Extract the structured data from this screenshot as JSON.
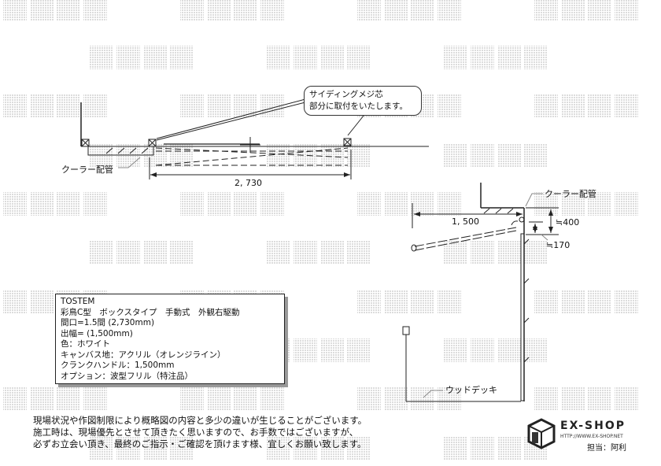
{
  "watermark": "転載禁止",
  "plan_view": {
    "callout_line1": "サイディングメジ芯",
    "callout_line2": "部分に取付をいたします。",
    "pipe_label": "クーラー配管",
    "width_dim": "2, 730"
  },
  "side_view": {
    "pipe_label": "クーラー配管",
    "projection_dim": "1, 500",
    "height_dim_1": "≒400",
    "height_dim_2": "≒170",
    "deck_label": "ウッドデッキ"
  },
  "spec": {
    "lines": [
      "TOSTEM",
      "彩鳥C型　ボックスタイプ　手動式　外観右駆動",
      "間口=1.5間 (2,730mm)",
      "出幅= (1,500mm)",
      "色：ホワイト",
      "キャンバス地：アクリル（オレンジライン）",
      "クランクハンドル：1,500mm",
      "オプション：波型フリル（特注品）"
    ]
  },
  "notes": [
    "現場状況や作図制限により概略図の内容と多少の違いが生じることがございます。",
    "施工時は、現場優先とさせて頂きたく思いますので、お手数ではございますが、",
    "必ずお立会い頂き、最終のご指示・ご確認を頂けます様、宜しくお願い致します。"
  ],
  "logo": {
    "name": "EX-SHOP",
    "url": "HTTP://WWW.EX-SHOP.NET",
    "staff": "担当：阿利"
  }
}
